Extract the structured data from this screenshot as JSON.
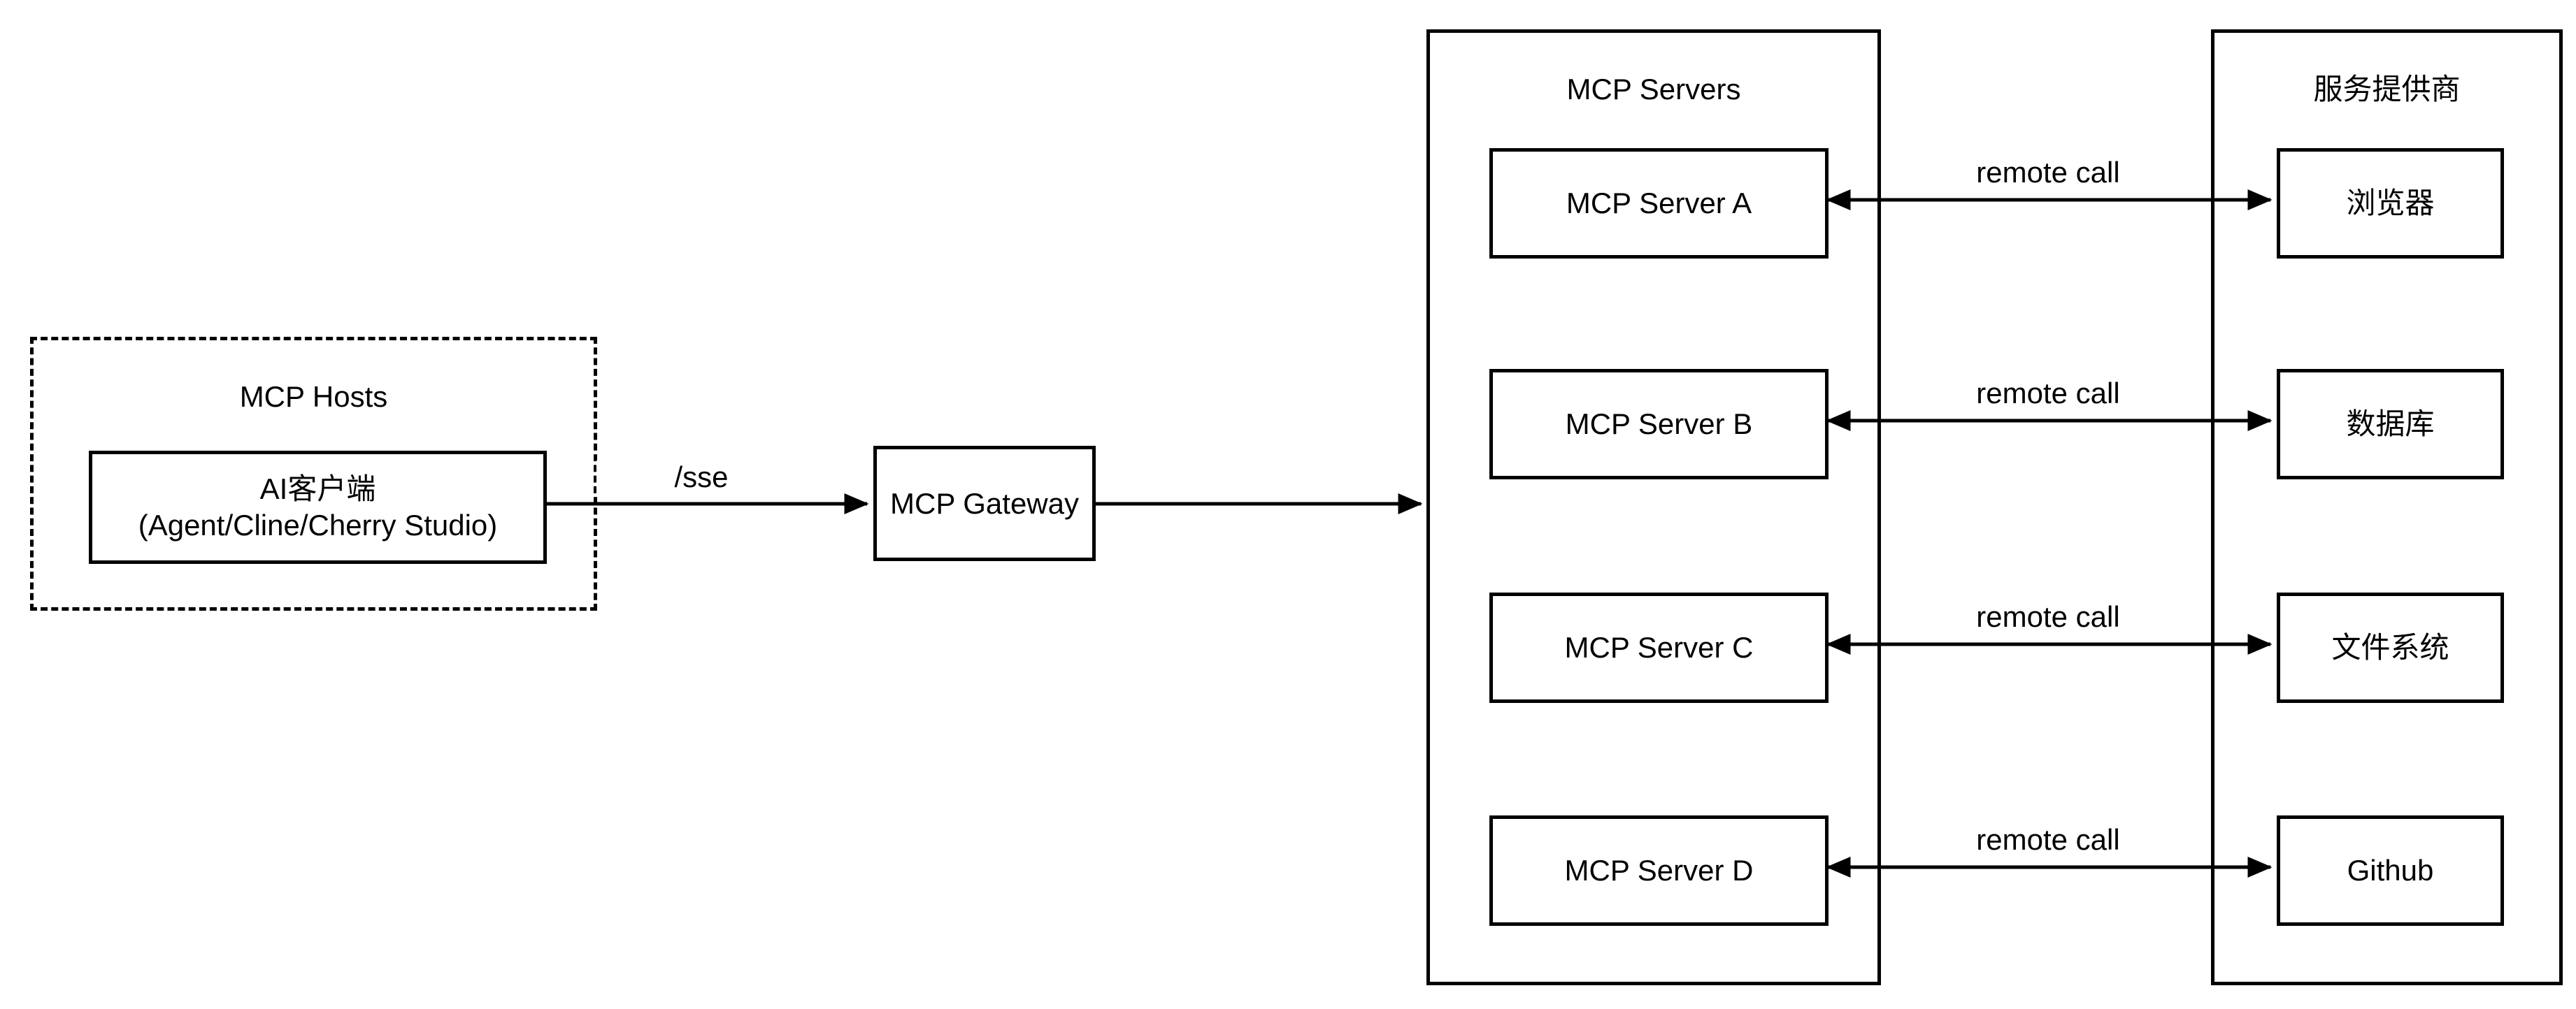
{
  "diagram": {
    "hosts_group": {
      "title": "MCP Hosts"
    },
    "ai_client": {
      "line1": "AI客户端",
      "line2": "(Agent/Cline/Cherry Studio)"
    },
    "sse_edge": {
      "label": "/sse"
    },
    "gateway": {
      "label": "MCP Gateway"
    },
    "servers_group": {
      "title": "MCP Servers"
    },
    "providers_group": {
      "title": "服务提供商"
    },
    "rows": [
      {
        "server": "MCP Server A",
        "provider": "浏览器",
        "link_label": "remote call"
      },
      {
        "server": "MCP Server B",
        "provider": "数据库",
        "link_label": "remote call"
      },
      {
        "server": "MCP Server C",
        "provider": "文件系统",
        "link_label": "remote call"
      },
      {
        "server": "MCP Server D",
        "provider": "Github",
        "link_label": "remote call"
      }
    ],
    "colors": {
      "stroke": "#000000",
      "background": "#ffffff"
    }
  }
}
